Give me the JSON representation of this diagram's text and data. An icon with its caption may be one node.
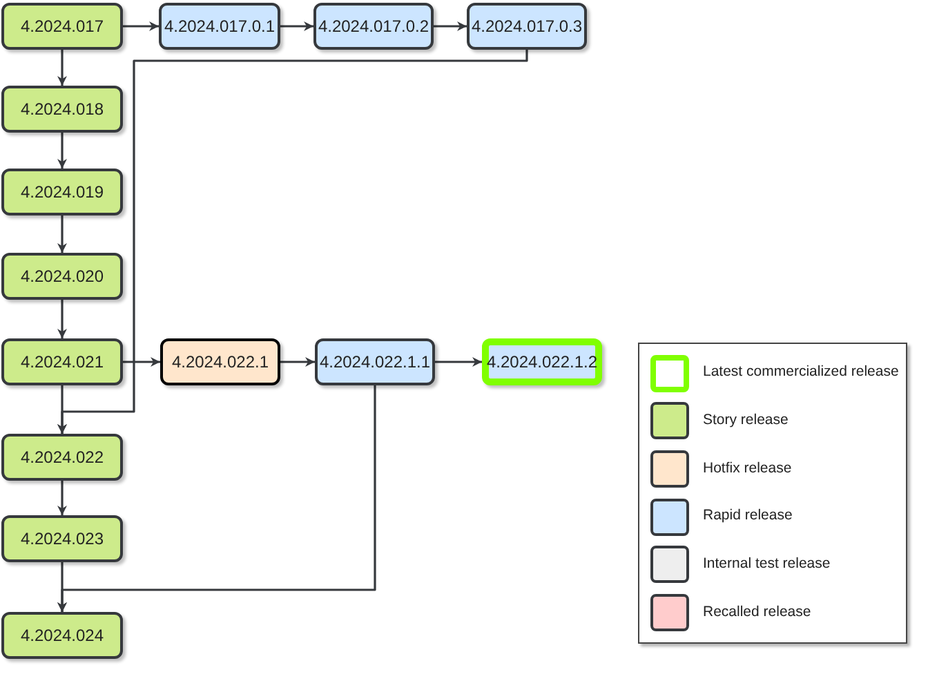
{
  "diagram": {
    "nodes": [
      {
        "text": [
          "4.2024.017"
        ]
      },
      {
        "text": [
          "4.2024.017.0.1"
        ]
      },
      {
        "text": [
          "4.2024.017.0.2"
        ]
      },
      {
        "text": [
          "4.2024.017.0.3"
        ]
      },
      {
        "text": [
          "4.2024.018"
        ]
      },
      {
        "text": [
          "4.2024.019"
        ]
      },
      {
        "text": [
          "4.2024.020"
        ]
      },
      {
        "text": [
          "4.2024.021"
        ]
      },
      {
        "text": [
          "4.2024.022.1"
        ]
      },
      {
        "text": [
          "4.2024.022.1.1"
        ]
      },
      {
        "text": [
          "4.2024.022.1.2"
        ]
      },
      {
        "text": [
          "4.2024.022"
        ]
      },
      {
        "text": [
          "4.2024.023"
        ]
      },
      {
        "text": [
          "4.2024.024"
        ]
      }
    ],
    "edges": [
      {
        "from": 0,
        "to": 1,
        "arrow": "to"
      },
      {
        "from": 1,
        "to": 2,
        "arrow": "to"
      },
      {
        "from": 2,
        "to": 3,
        "arrow": "to"
      },
      {
        "from": 0,
        "to": 4,
        "arrow": "to"
      },
      {
        "from": 4,
        "to": 5,
        "arrow": "to"
      },
      {
        "from": 5,
        "to": 6,
        "arrow": "to"
      },
      {
        "from": 6,
        "to": 7,
        "arrow": "to"
      },
      {
        "from": 7,
        "to": 8,
        "arrow": "to"
      },
      {
        "from": 8,
        "to": 9,
        "arrow": "to"
      },
      {
        "from": 9,
        "to": 10,
        "arrow": "to"
      },
      {
        "from": 7,
        "to": 11,
        "arrow": "to"
      },
      {
        "from": 3,
        "to": 11,
        "arrow": "to"
      },
      {
        "from": 11,
        "to": 12,
        "arrow": "to"
      },
      {
        "from": 12,
        "to": 13,
        "arrow": "to"
      },
      {
        "from": 9,
        "to": 13,
        "arrow": "to"
      }
    ],
    "legend": [
      {
        "text": "Latest commercialized release"
      },
      {
        "text": "Story release",
        "color": "#cdeb8b"
      },
      {
        "text": "Hotfix release",
        "color": "#ffe6cc"
      },
      {
        "text": "Rapid release",
        "color": "#cce5ff"
      },
      {
        "text": "Internal test release",
        "color": "#eeeeee"
      },
      {
        "text": "Recalled release",
        "color": "#ffcccc"
      }
    ]
  }
}
